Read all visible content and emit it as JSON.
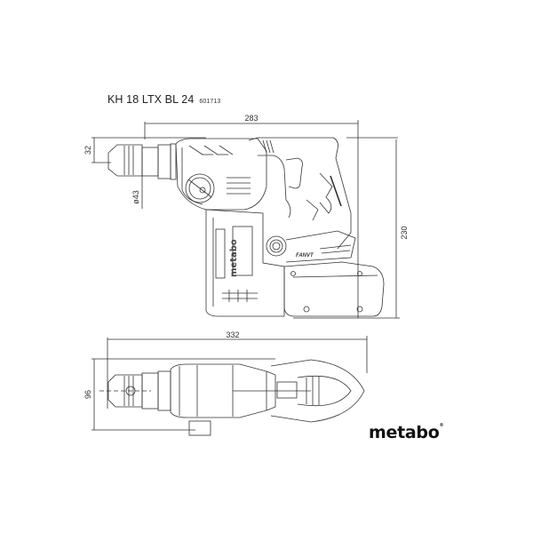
{
  "header": {
    "model": "KH 18 LTX BL 24",
    "article_number": "601713"
  },
  "side_view": {
    "dimensions": {
      "length": "283",
      "height": "230",
      "chuck_height": "32",
      "collar_diameter": "ø43"
    },
    "housing_label": "metabo",
    "battery_label": "FANVT"
  },
  "top_view": {
    "dimensions": {
      "length": "332",
      "width": "96"
    }
  },
  "brand": {
    "logo": "metabo",
    "trademark": "®"
  }
}
